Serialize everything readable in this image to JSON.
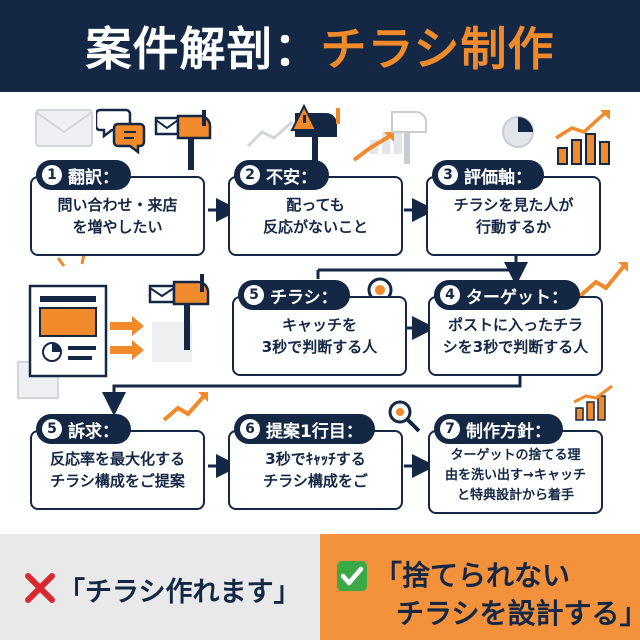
{
  "header": {
    "title_main": "案件解剖：",
    "title_accent": "チラシ制作"
  },
  "steps": [
    {
      "num": "1",
      "title": "翻訳：",
      "lines": [
        "問い合わせ・来店",
        "を増やしたい"
      ]
    },
    {
      "num": "2",
      "title": "不安：",
      "lines": [
        "配っても",
        "反応がないこと"
      ]
    },
    {
      "num": "3",
      "title": "評価軸：",
      "lines": [
        "チラシを見た人が",
        "行動するか"
      ]
    },
    {
      "num": "5",
      "title": "チラシ：",
      "lines": [
        "キャッチを",
        "3秒で判断する人"
      ]
    },
    {
      "num": "4",
      "title": "ターゲット：",
      "lines": [
        "ポストに入ったチラ",
        "シを3秒で判断する人"
      ]
    },
    {
      "num": "5",
      "title": "訴求：",
      "lines": [
        "反応率を最大化する",
        "チラシ構成をご提案"
      ]
    },
    {
      "num": "6",
      "title": "提案1行目：",
      "lines": [
        "3秒でｷｬｯﾁする",
        "チラシ構成をご"
      ]
    },
    {
      "num": "7",
      "title": "制作方針：",
      "lines": [
        "ターゲットの捨てる理",
        "由を洗い出す→キャッチ",
        "と特典設計から着手"
      ]
    }
  ],
  "footer": {
    "bad_icon": "cross-mark-icon",
    "bad_text": "「チラシ作れます」",
    "good_icon": "check-mark-icon",
    "good_line1": "「捨てられない",
    "good_line2": "チラシを設計する」"
  },
  "colors": {
    "navy": "#142846",
    "orange": "#f18a2a",
    "footer_left": "#e9e9e9",
    "footer_right": "#f3923a"
  }
}
